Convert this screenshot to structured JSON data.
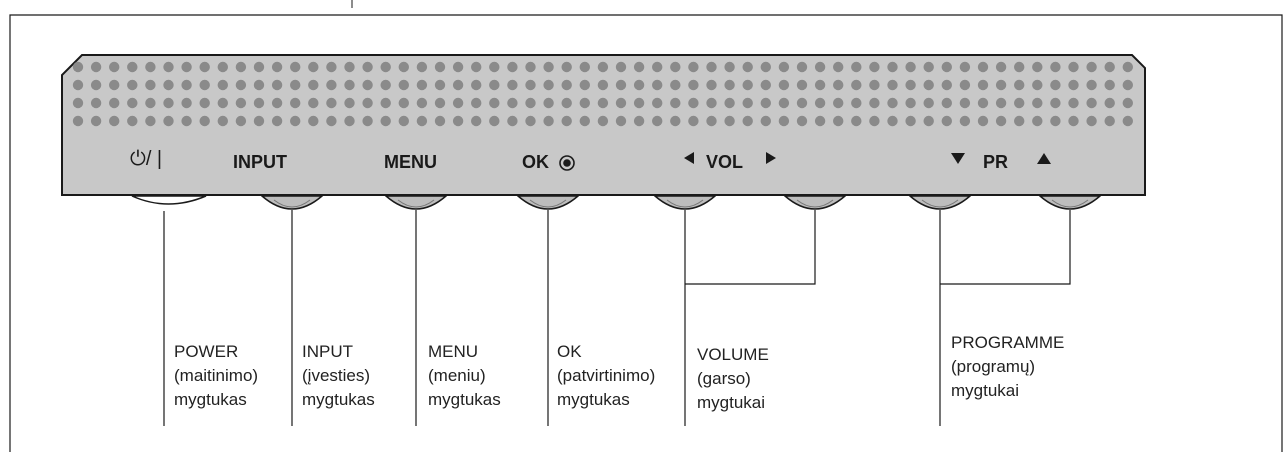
{
  "panel": {
    "power_symbol": "⏻/ |",
    "input_label": "INPUT",
    "menu_label": "MENU",
    "ok_label": "OK",
    "vol_label": "VOL",
    "pr_label": "PR"
  },
  "descriptions": {
    "power": [
      "POWER",
      "(maitinimo)",
      "mygtukas"
    ],
    "input": [
      "INPUT",
      "(įvesties)",
      "mygtukas"
    ],
    "menu": [
      "MENU",
      "(meniu)",
      "mygtukas"
    ],
    "ok": [
      "OK",
      "(patvirtinimo)",
      "mygtukas"
    ],
    "volume": [
      "VOLUME",
      "(garso)",
      "mygtukai"
    ],
    "programme": [
      "PROGRAMME",
      "(programų)",
      "mygtukai"
    ]
  },
  "colors": {
    "panel_fill": "#c8c8c8",
    "dot_fill": "#8a8a8a",
    "stroke": "#1a1a1a"
  }
}
